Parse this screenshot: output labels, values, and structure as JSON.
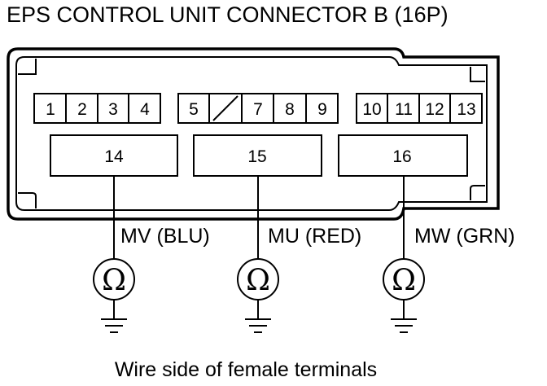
{
  "title": "EPS CONTROL UNIT CONNECTOR B (16P)",
  "pins_top": [
    "1",
    "2",
    "3",
    "4",
    "5",
    "",
    "7",
    "8",
    "9",
    "10",
    "11",
    "12",
    "13"
  ],
  "pins_large": [
    "14",
    "15",
    "16"
  ],
  "meters": [
    {
      "wire_label": "MV (BLU)",
      "symbol": "Ω"
    },
    {
      "wire_label": "MU (RED)",
      "symbol": "Ω"
    },
    {
      "wire_label": "MW (GRN)",
      "symbol": "Ω"
    }
  ],
  "caption": "Wire side of female terminals"
}
